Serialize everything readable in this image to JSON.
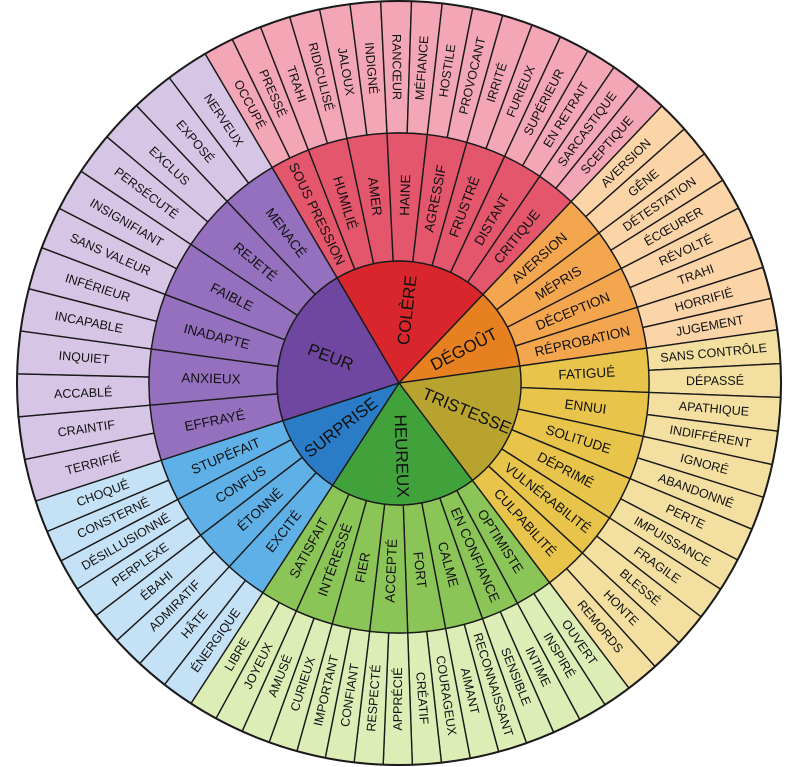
{
  "wheel": {
    "families": [
      {
        "core": "COLÈRE",
        "colors": {
          "core": "#d8262c",
          "mid": "#e3566c",
          "outer": "#f3a6b6"
        },
        "middle": [
          "SOUS PRESSION",
          "HUMILIÉ",
          "AMER",
          "HAINE",
          "AGRESSIF",
          "FRUSTRÉ",
          "DISTANT",
          "CRITIQUE"
        ],
        "outer": [
          "OCCUPÉ",
          "PRESSÉ",
          "TRAHI",
          "RIDICULISÉ",
          "JALOUX",
          "INDIGNÉ",
          "RANCŒUR",
          "MÉFIANCE",
          "HOSTILE",
          "PROVOCANT",
          "IRRITÉ",
          "FURIEUX",
          "SUPÉRIEUR",
          "EN RETRAIT",
          "SARCASTIQUE",
          "SCEPTIQUE"
        ]
      },
      {
        "core": "DÉGOÛT",
        "colors": {
          "core": "#e68020",
          "mid": "#f4a64e",
          "outer": "#fbd4a8"
        },
        "middle": [
          "AVERSION",
          "MÉPRIS",
          "DÉCEPTION",
          "RÉPROBATION"
        ],
        "outer": [
          "AVERSION",
          "GÊNE",
          "DÉTESTATION",
          "ÉCŒURER",
          "RÉVOLTÉ",
          "TRAHI",
          "HORRIFIÉ",
          "JUGEMENT"
        ]
      },
      {
        "core": "TRISTESSE",
        "colors": {
          "core": "#b9a32f",
          "mid": "#e8c54a",
          "outer": "#f3dfa0"
        },
        "middle": [
          "FATIGUÉ",
          "ENNUI",
          "SOLITUDE",
          "DÉPRIMÉ",
          "VULNÉRABILITÉ",
          "CULPABILITÉ"
        ],
        "outer": [
          "SANS CONTRÔLE",
          "DÉPASSÉ",
          "APATHIQUE",
          "INDIFFÉRENT",
          "IGNORÉ",
          "ABANDONNÉ",
          "PERTE",
          "IMPUISSANCE",
          "FRAGILE",
          "BLESSÉ",
          "HONTE",
          "REMORDS"
        ]
      },
      {
        "core": "HEUREUX",
        "colors": {
          "core": "#41a23c",
          "mid": "#8cc557",
          "outer": "#dceeb6"
        },
        "middle": [
          "OPTIMISTE",
          "EN CONFIANCE",
          "CALME",
          "FORT",
          "ACCEPTÉ",
          "FIER",
          "INTÉRESSÉ",
          "SATISFAIT"
        ],
        "outer": [
          "OUVERT",
          "INSPIRÉ",
          "INTIME",
          "SENSIBLE",
          "RECONNAISSANT",
          "AIMANT",
          "COURAGEUX",
          "CRÉATIF",
          "APPRÉCIÉ",
          "RESPECTÉ",
          "CONFIANT",
          "IMPORTANT",
          "CURIEUX",
          "AMUSÉ",
          "JOYEUX",
          "LIBRE"
        ]
      },
      {
        "core": "SURPRISE",
        "colors": {
          "core": "#2b7cc6",
          "mid": "#5fb0e6",
          "outer": "#c5e1f6"
        },
        "middle": [
          "EXCITÉ",
          "ÉTONNÉ",
          "CONFUS",
          "STUPÉFAIT"
        ],
        "outer": [
          "ÉNERGIQUE",
          "HÂTE",
          "ADMIRATIF",
          "ÉBAHI",
          "PERPLEXE",
          "DÉSILLUSIONNÉ",
          "CONSTERNÉ",
          "CHOQUÉ"
        ]
      },
      {
        "core": "PEUR",
        "colors": {
          "core": "#6f47a0",
          "mid": "#9470be",
          "outer": "#d7c5e6"
        },
        "middle": [
          "EFFRAYÉ",
          "ANXIEUX",
          "INADAPTE",
          "FAIBLE",
          "REJETÉ",
          "MENACÉ"
        ],
        "outer": [
          "TERRIFIÉ",
          "CRAINTIF",
          "ACCABLÉ",
          "INQUIET",
          "INCAPABLE",
          "INFÉRIEUR",
          "SANS VALEUR",
          "INSIGNIFIANT",
          "PERSÉCUTÉ",
          "EXCLUS",
          "EXPOSÉ",
          "NERVEUX"
        ]
      }
    ]
  }
}
